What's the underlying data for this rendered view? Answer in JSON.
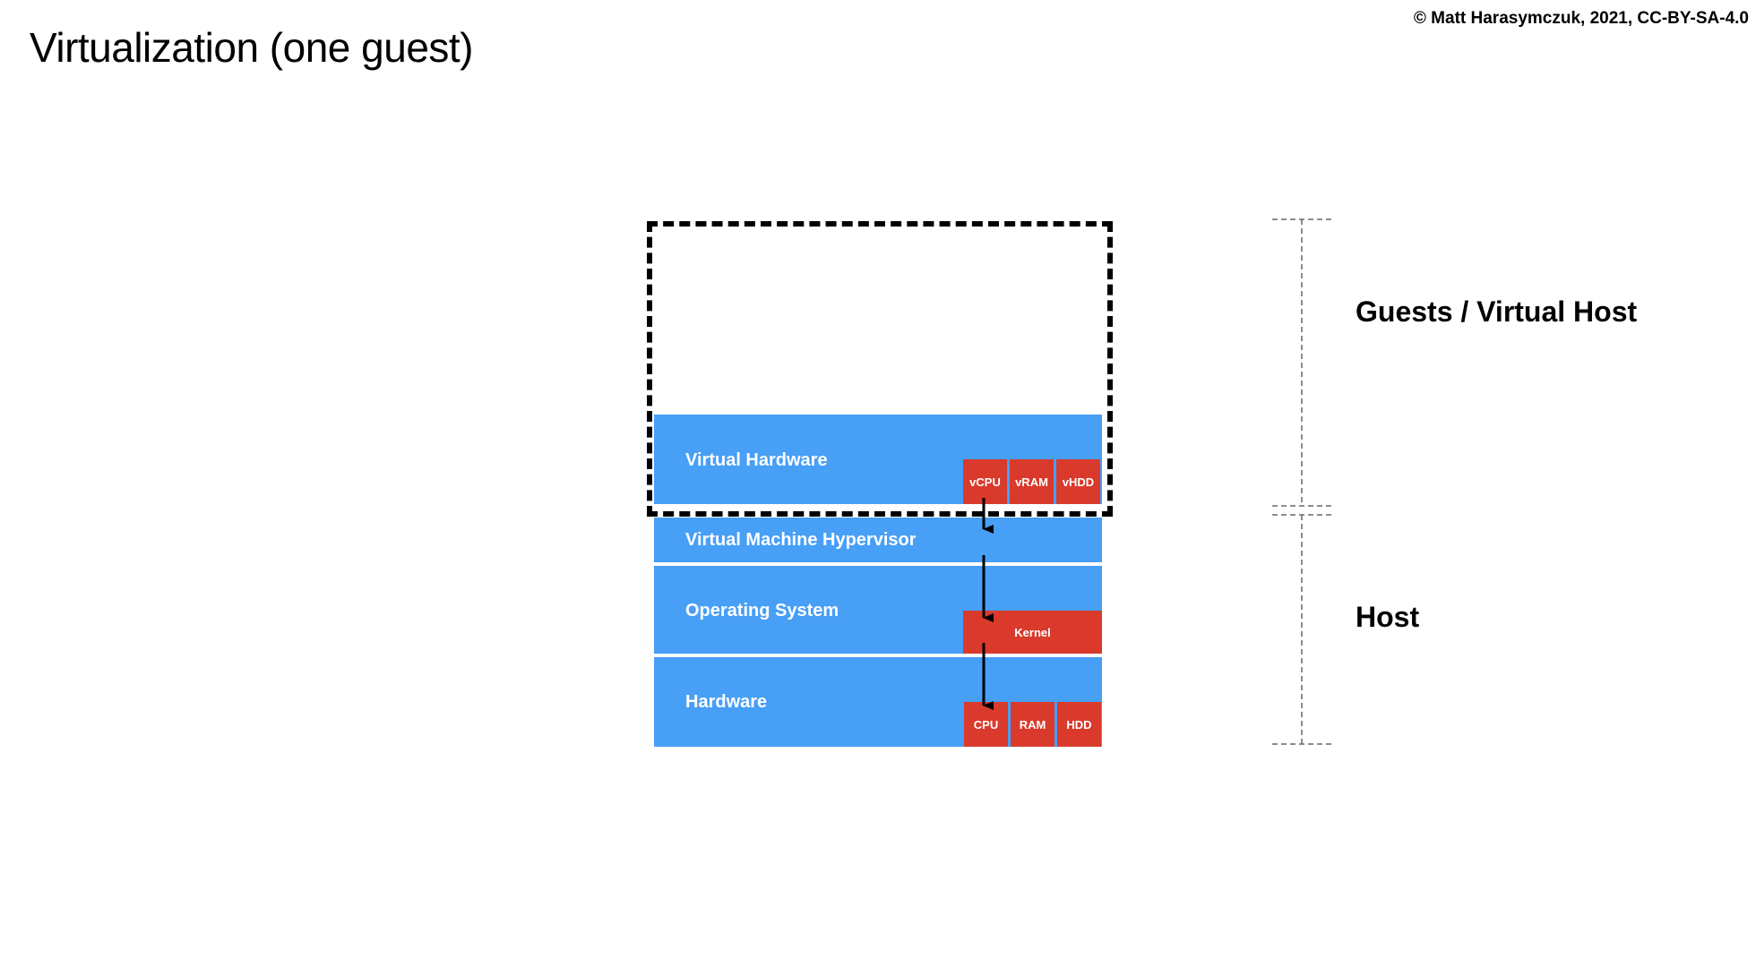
{
  "title": "Virtualization (one guest)",
  "credit": "© Matt Harasymczuk, 2021, CC-BY-SA-4.0",
  "colors": {
    "layer": "#479ff6",
    "component": "#d93a2b",
    "text_on_color": "#ffffff"
  },
  "guest": {
    "virtual_hardware": {
      "label": "Virtual Hardware",
      "components": [
        "vCPU",
        "vRAM",
        "vHDD"
      ]
    }
  },
  "host": {
    "hypervisor": {
      "label": "Virtual Machine Hypervisor"
    },
    "operating_system": {
      "label": "Operating System",
      "kernel": "Kernel"
    },
    "hardware": {
      "label": "Hardware",
      "components": [
        "CPU",
        "RAM",
        "HDD"
      ]
    }
  },
  "brackets": {
    "guests": "Guests / Virtual Host",
    "host": "Host"
  }
}
